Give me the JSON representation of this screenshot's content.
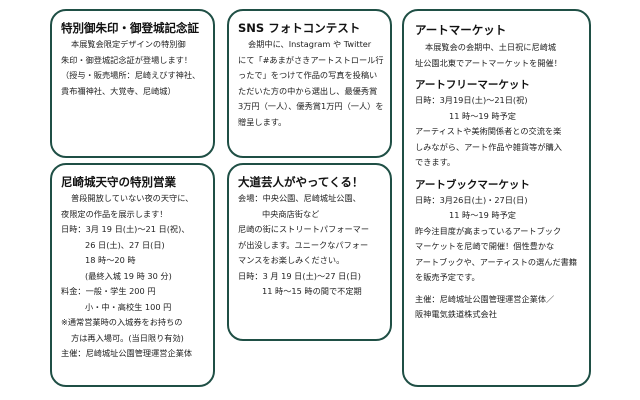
{
  "box1": {
    "title": "特別御朱印・御登城記念証",
    "lines": [
      "本展覧会限定デザインの特別御",
      "朱印・御登城記念証が登場します！",
      "（授与・販売場所：尼崎えびす神社、",
      "貴布禰神社、大覚寺、尼崎城）"
    ]
  },
  "box2": {
    "title": "SNS フォトコンテスト",
    "lines": [
      "会期中に、Instagram や Twitter",
      "にて「#あまがさきアートストロール行",
      "ったで」をつけて作品の写真を投稿い",
      "ただいた方の中から選出し、最優秀賞",
      "3万円（一人）、優秀賞1万円（一人）を",
      "贈呈します。"
    ]
  },
  "box3": {
    "title": "アートマーケット",
    "intro": [
      "本展覧会の会期中、土日祝に尼崎城",
      "址公園北東でアートマーケットを開催！"
    ],
    "flea": {
      "title": "アートフリーマーケット",
      "date": "日時：3月19日(土)～21日(祝)",
      "time": "11 時～19 時予定",
      "desc": [
        "アーティストや美術関係者との交流を楽",
        "しみながら、アート作品や雑貨等が購入",
        "できます。"
      ]
    },
    "book": {
      "title": "アートブックマーケット",
      "date": "日時：3月26日(土)・27日(日)",
      "time": "11 時～19 時予定",
      "desc": [
        "昨今注目度が高まっているアートブック",
        "マーケットを尼崎で開催！個性豊かな",
        "アートブックや、アーティストの選んだ書籍",
        "を販売予定です。"
      ]
    },
    "organizer": [
      "主催：尼崎城址公園管理運営企業体／",
      "阪神電気鉄道株式会社"
    ]
  },
  "box4": {
    "title": "尼崎城天守の特別営業",
    "lines": [
      "普段開放していない夜の天守に、",
      "夜限定の作品を展示します！",
      "日時：3月 19 日(土)～21 日(祝)、",
      "26 日(土)、27 日(日)",
      "18 時～20 時",
      "(最終入城 19 時 30 分)",
      "料金：一般・学生 200 円",
      "小・中・高校生 100 円",
      "※通常営業時の入城券をお持ちの",
      "方は再入場可。(当日限り有効)",
      "主催：尼崎城址公園管理運営企業体"
    ]
  },
  "box5": {
    "title": "大道芸人がやってくる！",
    "lines": [
      "会場：中央公園、尼崎城址公園、",
      "中央商店街など",
      "尼崎の街にストリートパフォーマー",
      "が出没します。ユニークなパフォー",
      "マンスをお楽しみください。",
      "日時：3 月 19 日(土)～27 日(日)",
      "11 時～15 時の間で不定期"
    ]
  }
}
